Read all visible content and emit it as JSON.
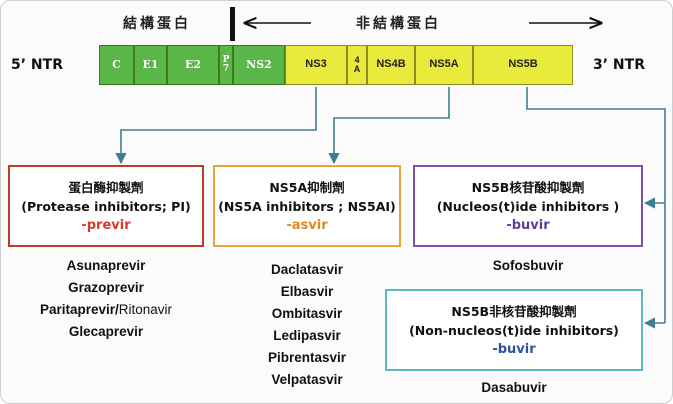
{
  "header": {
    "structural_label": "結構蛋白",
    "nonstructural_label": "非結構蛋白"
  },
  "genome": {
    "left_end": "5’ NTR",
    "right_end": "3’ NTR",
    "segments": [
      {
        "label": "C",
        "kind": "structural"
      },
      {
        "label": "E1",
        "kind": "structural"
      },
      {
        "label": "E2",
        "kind": "structural"
      },
      {
        "label": "P7",
        "kind": "structural"
      },
      {
        "label": "NS2",
        "kind": "structural"
      },
      {
        "label": "NS3",
        "kind": "nonstructural"
      },
      {
        "label": "4A",
        "kind": "nonstructural"
      },
      {
        "label": "NS4B",
        "kind": "nonstructural"
      },
      {
        "label": "NS5A",
        "kind": "nonstructural"
      },
      {
        "label": "NS5B",
        "kind": "nonstructural"
      }
    ]
  },
  "colors": {
    "structural": "#5bb64a",
    "nonstructural": "#e8ea3c",
    "arrow": "#3e7d8f",
    "pi_border": "#c0392b",
    "pi_suffix": "#d63a2e",
    "ns5a_border": "#e8a33d",
    "ns5a_suffix": "#e08a1e",
    "ni_border": "#7b52a8",
    "ni_suffix": "#5b3f99",
    "nni_border": "#5fb7c8",
    "nni_suffix": "#2f4fa6"
  },
  "boxes": {
    "pi": {
      "title": "蛋白酶抑製劑",
      "subtitle": "(Protease inhibitors; PI)",
      "suffix": "-previr"
    },
    "ns5a": {
      "title": "NS5A抑制劑",
      "subtitle": "(NS5A inhibitors ; NS5AI)",
      "suffix": "-asvir"
    },
    "ni": {
      "title": "NS5B核苷酸抑製劑",
      "subtitle": "(Nucleos(t)ide inhibitors )",
      "suffix": "-buvir"
    },
    "nni": {
      "title": "NS5B非核苷酸抑製劑",
      "subtitle": "(Non-nucleos(t)ide inhibitors)",
      "suffix": "-buvir"
    }
  },
  "drugs": {
    "pi": [
      "Asunaprevir",
      "Grazoprevir",
      "Paritaprevir/",
      "Ritonavir",
      "Glecaprevir"
    ],
    "ns5a": [
      "Daclatasvir",
      "Elbasvir",
      "Ombitasvir",
      "Ledipasvir",
      "Pibrentasvir",
      "Velpatasvir"
    ],
    "ni": [
      "Sofosbuvir"
    ],
    "nni": [
      "Dasabuvir"
    ]
  }
}
